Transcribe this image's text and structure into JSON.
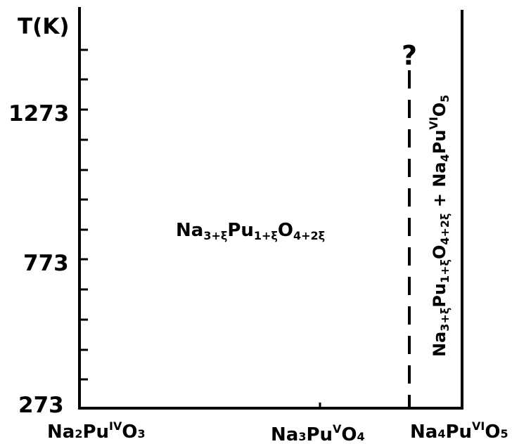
{
  "y_axis": {
    "title": "T(K)",
    "ticks": [
      "1273",
      "773",
      "273"
    ]
  },
  "compositions": {
    "left": {
      "base1": "Na",
      "sub1": "2",
      "base2": "Pu",
      "sup": "IV",
      "base3": "O",
      "sub2": "3"
    },
    "middle": {
      "base1": "Na",
      "sub1": "3",
      "base2": "Pu",
      "sup": "V",
      "base3": "O",
      "sub2": "4"
    },
    "right": {
      "base1": "Na",
      "sub1": "4",
      "base2": "Pu",
      "sup": "VI",
      "base3": "O",
      "sub2": "5"
    }
  },
  "phases": {
    "single": {
      "p1": "Na",
      "s1": "3+ξ",
      "p2": "Pu",
      "s2": "1+ξ",
      "p3": "O",
      "s3": "4+2ξ"
    },
    "two_phase": {
      "p1": "Na",
      "s1": "3+ξ",
      "p2": "Pu",
      "s2": "1+ξ",
      "p3": "O",
      "s3": "4+2ξ",
      "plus": " + ",
      "p4": "Na",
      "s4": "4",
      "p5": "Pu",
      "sup5": "VI",
      "p6": "O",
      "s6": "5"
    }
  },
  "unknown_boundary_mark": "?"
}
